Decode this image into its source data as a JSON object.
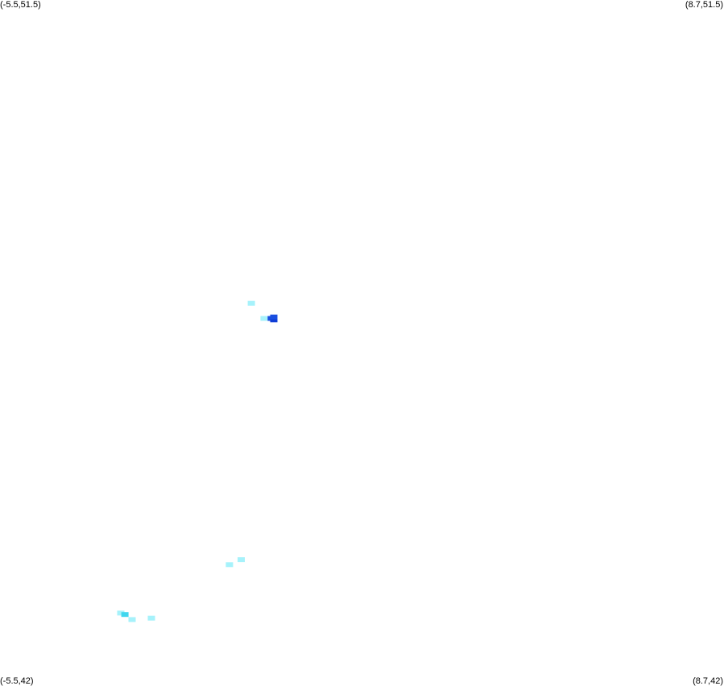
{
  "corners": {
    "top_left": "(-5.5,51.5)",
    "top_right": "(8.7,51.5)",
    "bottom_left": "(-5.5,42)",
    "bottom_right": "(8.7,42)"
  },
  "map": {
    "lon_range": [
      -5.5,
      8.7
    ],
    "lat_range": [
      42,
      51.5
    ],
    "colors": {
      "low": "#a6f2fb",
      "mid": "#3fd6ee",
      "high": "#1a4fe0",
      "peak": "#0f3dd6"
    },
    "cells": [
      {
        "lon": -0.57,
        "lat": 47.3,
        "level": "low"
      },
      {
        "lon": -0.32,
        "lat": 47.09,
        "level": "low"
      },
      {
        "lon": -0.18,
        "lat": 47.09,
        "level": "high"
      },
      {
        "lon": -0.13,
        "lat": 47.07,
        "level": "peak"
      },
      {
        "lon": -0.13,
        "lat": 47.11,
        "level": "high"
      },
      {
        "lon": -0.77,
        "lat": 43.75,
        "level": "low"
      },
      {
        "lon": -1.0,
        "lat": 43.68,
        "level": "low"
      },
      {
        "lon": -3.13,
        "lat": 43.01,
        "level": "low"
      },
      {
        "lon": -3.05,
        "lat": 42.99,
        "level": "mid"
      },
      {
        "lon": -2.91,
        "lat": 42.92,
        "level": "low"
      },
      {
        "lon": -2.53,
        "lat": 42.94,
        "level": "low"
      }
    ]
  }
}
